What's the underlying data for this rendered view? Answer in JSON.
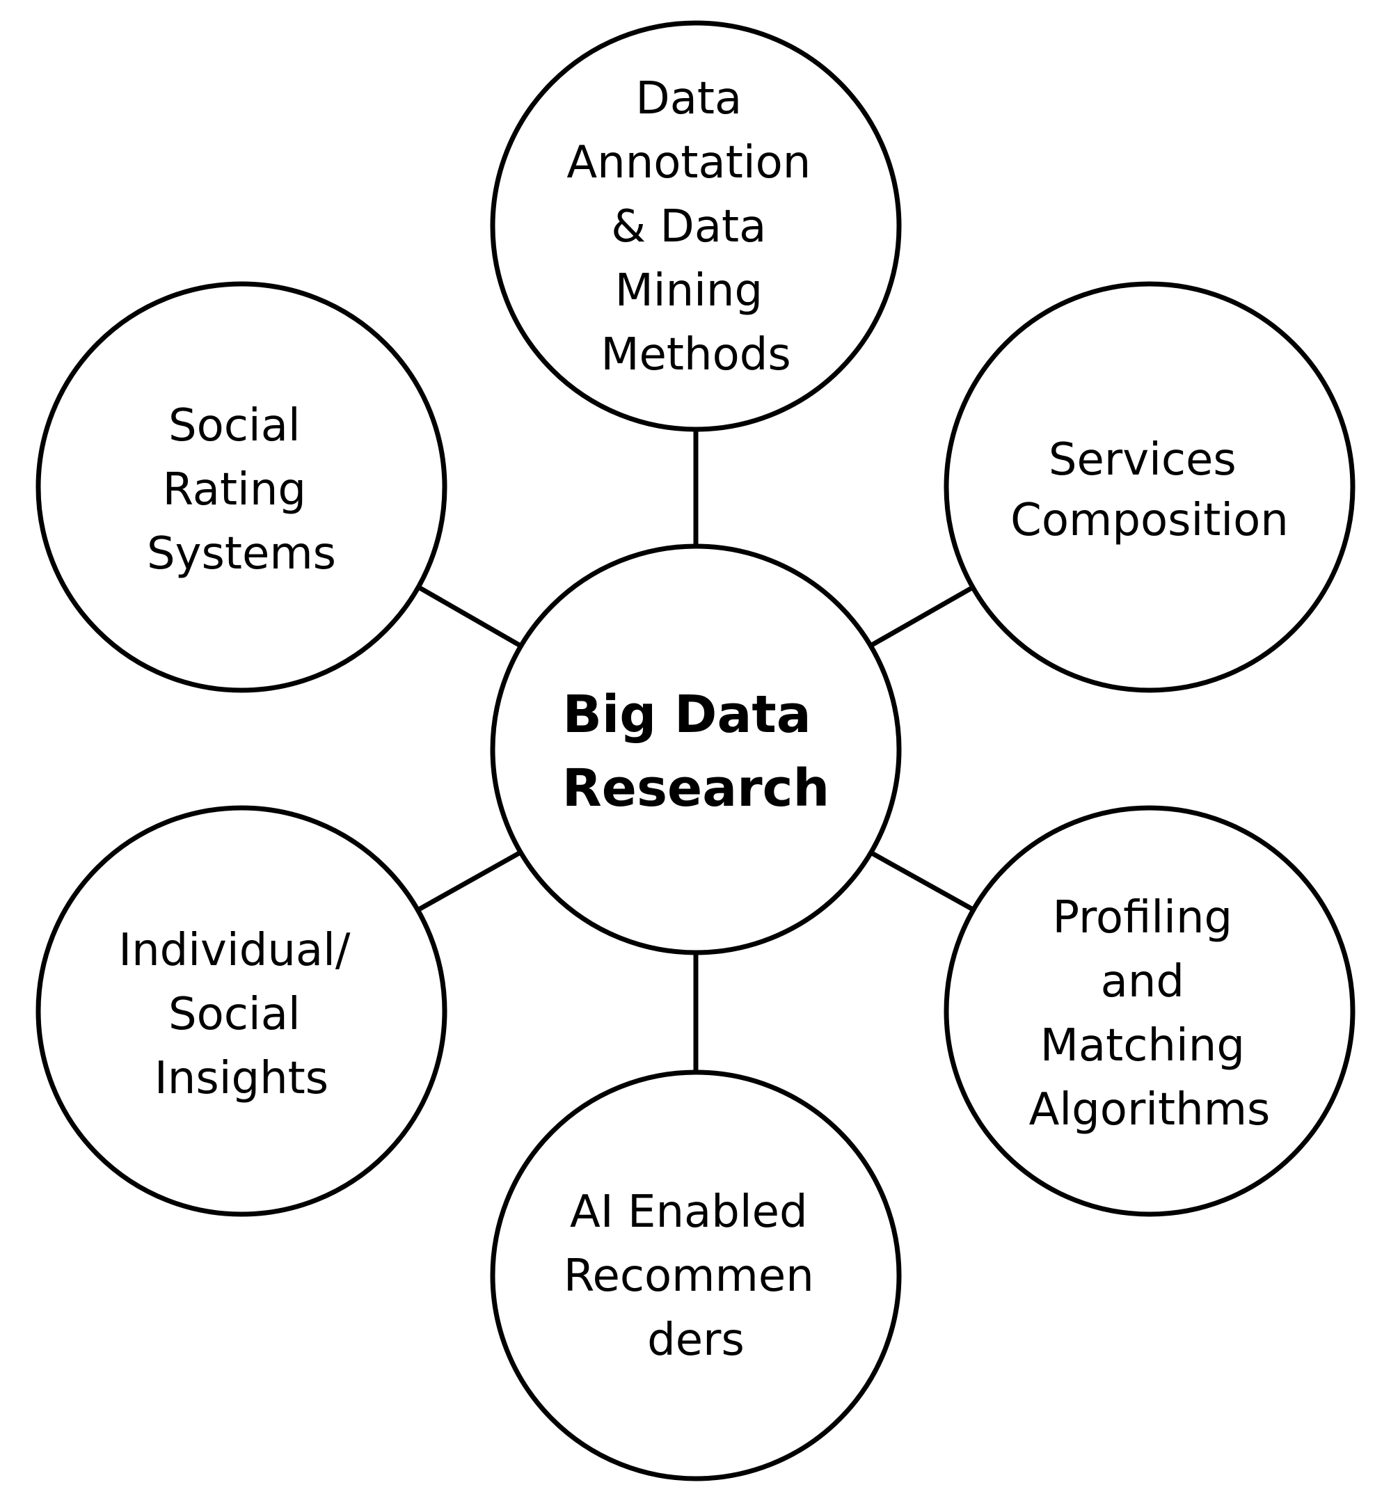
{
  "diagram": {
    "center": {
      "lines": [
        "Big Data",
        "Research"
      ]
    },
    "nodes": [
      {
        "id": "top",
        "lines": [
          "Data",
          "Annotation",
          "& Data",
          "Mining",
          "Methods"
        ]
      },
      {
        "id": "upper-right",
        "lines": [
          "Services",
          "Composition"
        ]
      },
      {
        "id": "lower-right",
        "lines": [
          "Profiling",
          "and",
          "Matching",
          "Algorithms"
        ]
      },
      {
        "id": "bottom",
        "lines": [
          "AI Enabled",
          "Recommen",
          "ders"
        ]
      },
      {
        "id": "lower-left",
        "lines": [
          "Individual/",
          "Social",
          "Insights"
        ]
      },
      {
        "id": "upper-left",
        "lines": [
          "Social",
          "Rating",
          "Systems"
        ]
      }
    ]
  }
}
